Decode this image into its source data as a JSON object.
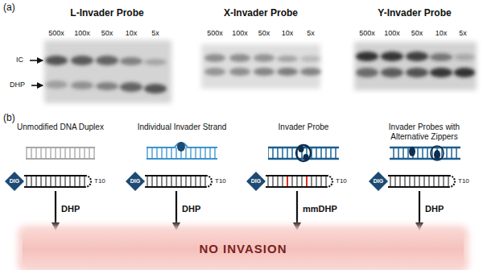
{
  "diagram": {
    "nodes": [
      {
        "text": [
          "DIG"
        ]
      },
      {
        "text": [
          "T10"
        ]
      },
      {
        "text": [
          "DIG"
        ]
      },
      {
        "text": [
          "T10"
        ]
      },
      {
        "text": [
          "DIG"
        ]
      },
      {
        "text": [
          "T10"
        ]
      },
      {
        "text": [
          "DIG"
        ]
      },
      {
        "text": [
          "T10"
        ]
      },
      {
        "text": [
          "NO INVASION"
        ]
      }
    ],
    "edges": [
      {
        "from": 1,
        "to": 8,
        "label": "DHP",
        "arrow": "to"
      },
      {
        "from": 3,
        "to": 8,
        "label": "DHP",
        "arrow": "to"
      },
      {
        "from": 5,
        "to": 8,
        "label": "mmDHP",
        "arrow": "to"
      },
      {
        "from": 7,
        "to": 8,
        "label": "DHP",
        "arrow": "to"
      }
    ],
    "labels": [
      "(a)",
      "L-Invader Probe",
      "500x",
      "100x",
      "50x",
      "10x",
      "5x",
      "X-Invader Probe",
      "500x",
      "100x",
      "50x",
      "10x",
      "5x",
      "Y-Invader Probe",
      "500x",
      "100x",
      "50x",
      "10x",
      "5x",
      "IC",
      "DHP",
      "(b)",
      "Unmodified DNA Duplex",
      "Individual Invader Strand",
      "Invader Probe",
      "Invader Probes with Alternative Zippers"
    ]
  }
}
